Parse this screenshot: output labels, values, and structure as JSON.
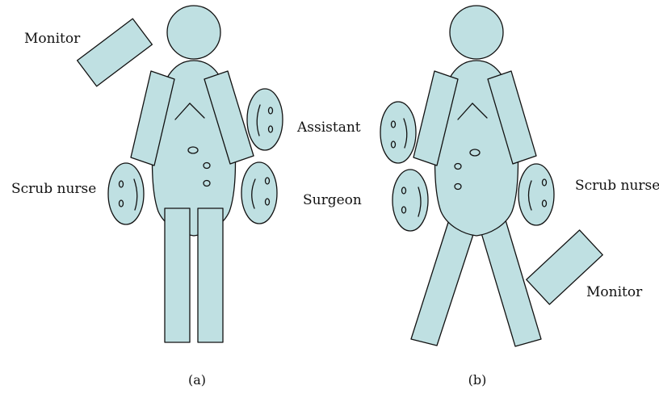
{
  "panel_a": {
    "caption": "(a)",
    "labels": {
      "monitor": "Monitor",
      "assistant": "Assistant",
      "scrub_nurse": "Scrub nurse",
      "surgeon": "Surgeon"
    }
  },
  "panel_b": {
    "caption": "(b)",
    "labels": {
      "scrub_nurse": "Scrub nurse",
      "monitor": "Monitor"
    }
  },
  "colors": {
    "fill": "#bfe0e2",
    "stroke": "#111111"
  }
}
